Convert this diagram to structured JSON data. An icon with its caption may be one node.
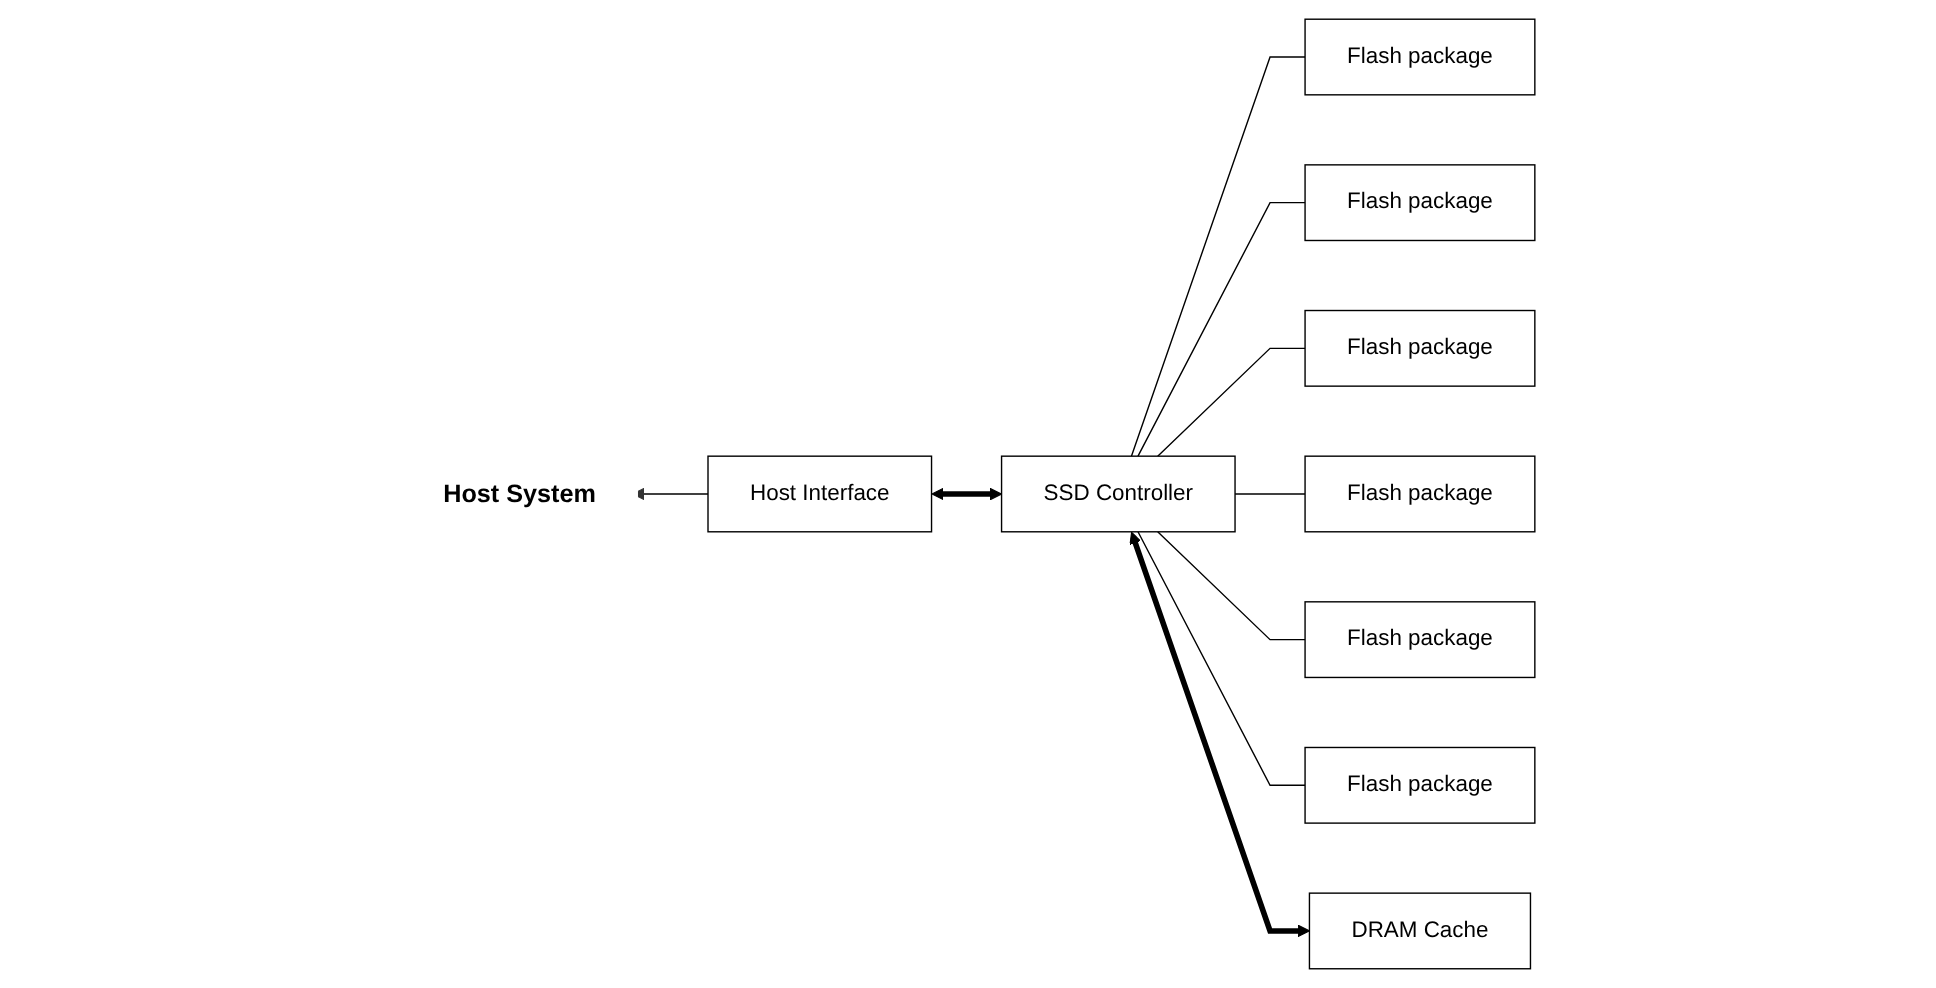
{
  "diagram": {
    "nodes": [
      {
        "text": [
          "Host System"
        ]
      },
      {
        "text": [
          "Host Interface"
        ]
      },
      {
        "text": [
          "SSD Controller"
        ]
      },
      {
        "text": [
          "Flash package"
        ]
      },
      {
        "text": [
          "Flash package"
        ]
      },
      {
        "text": [
          "Flash package"
        ]
      },
      {
        "text": [
          "Flash package"
        ]
      },
      {
        "text": [
          "Flash package"
        ]
      },
      {
        "text": [
          "Flash package"
        ]
      },
      {
        "text": [
          "DRAM Cache"
        ]
      }
    ],
    "edges": [
      {
        "from": 1,
        "to": 0,
        "arrow": "to"
      },
      {
        "from": 1,
        "to": 2,
        "arrow": "both",
        "style": "thick"
      },
      {
        "from": 2,
        "to": 3,
        "arrow": "none"
      },
      {
        "from": 2,
        "to": 4,
        "arrow": "none"
      },
      {
        "from": 2,
        "to": 5,
        "arrow": "none"
      },
      {
        "from": 2,
        "to": 6,
        "arrow": "none"
      },
      {
        "from": 2,
        "to": 7,
        "arrow": "none"
      },
      {
        "from": 2,
        "to": 8,
        "arrow": "none"
      },
      {
        "from": 2,
        "to": 9,
        "arrow": "both",
        "style": "thick"
      }
    ]
  }
}
